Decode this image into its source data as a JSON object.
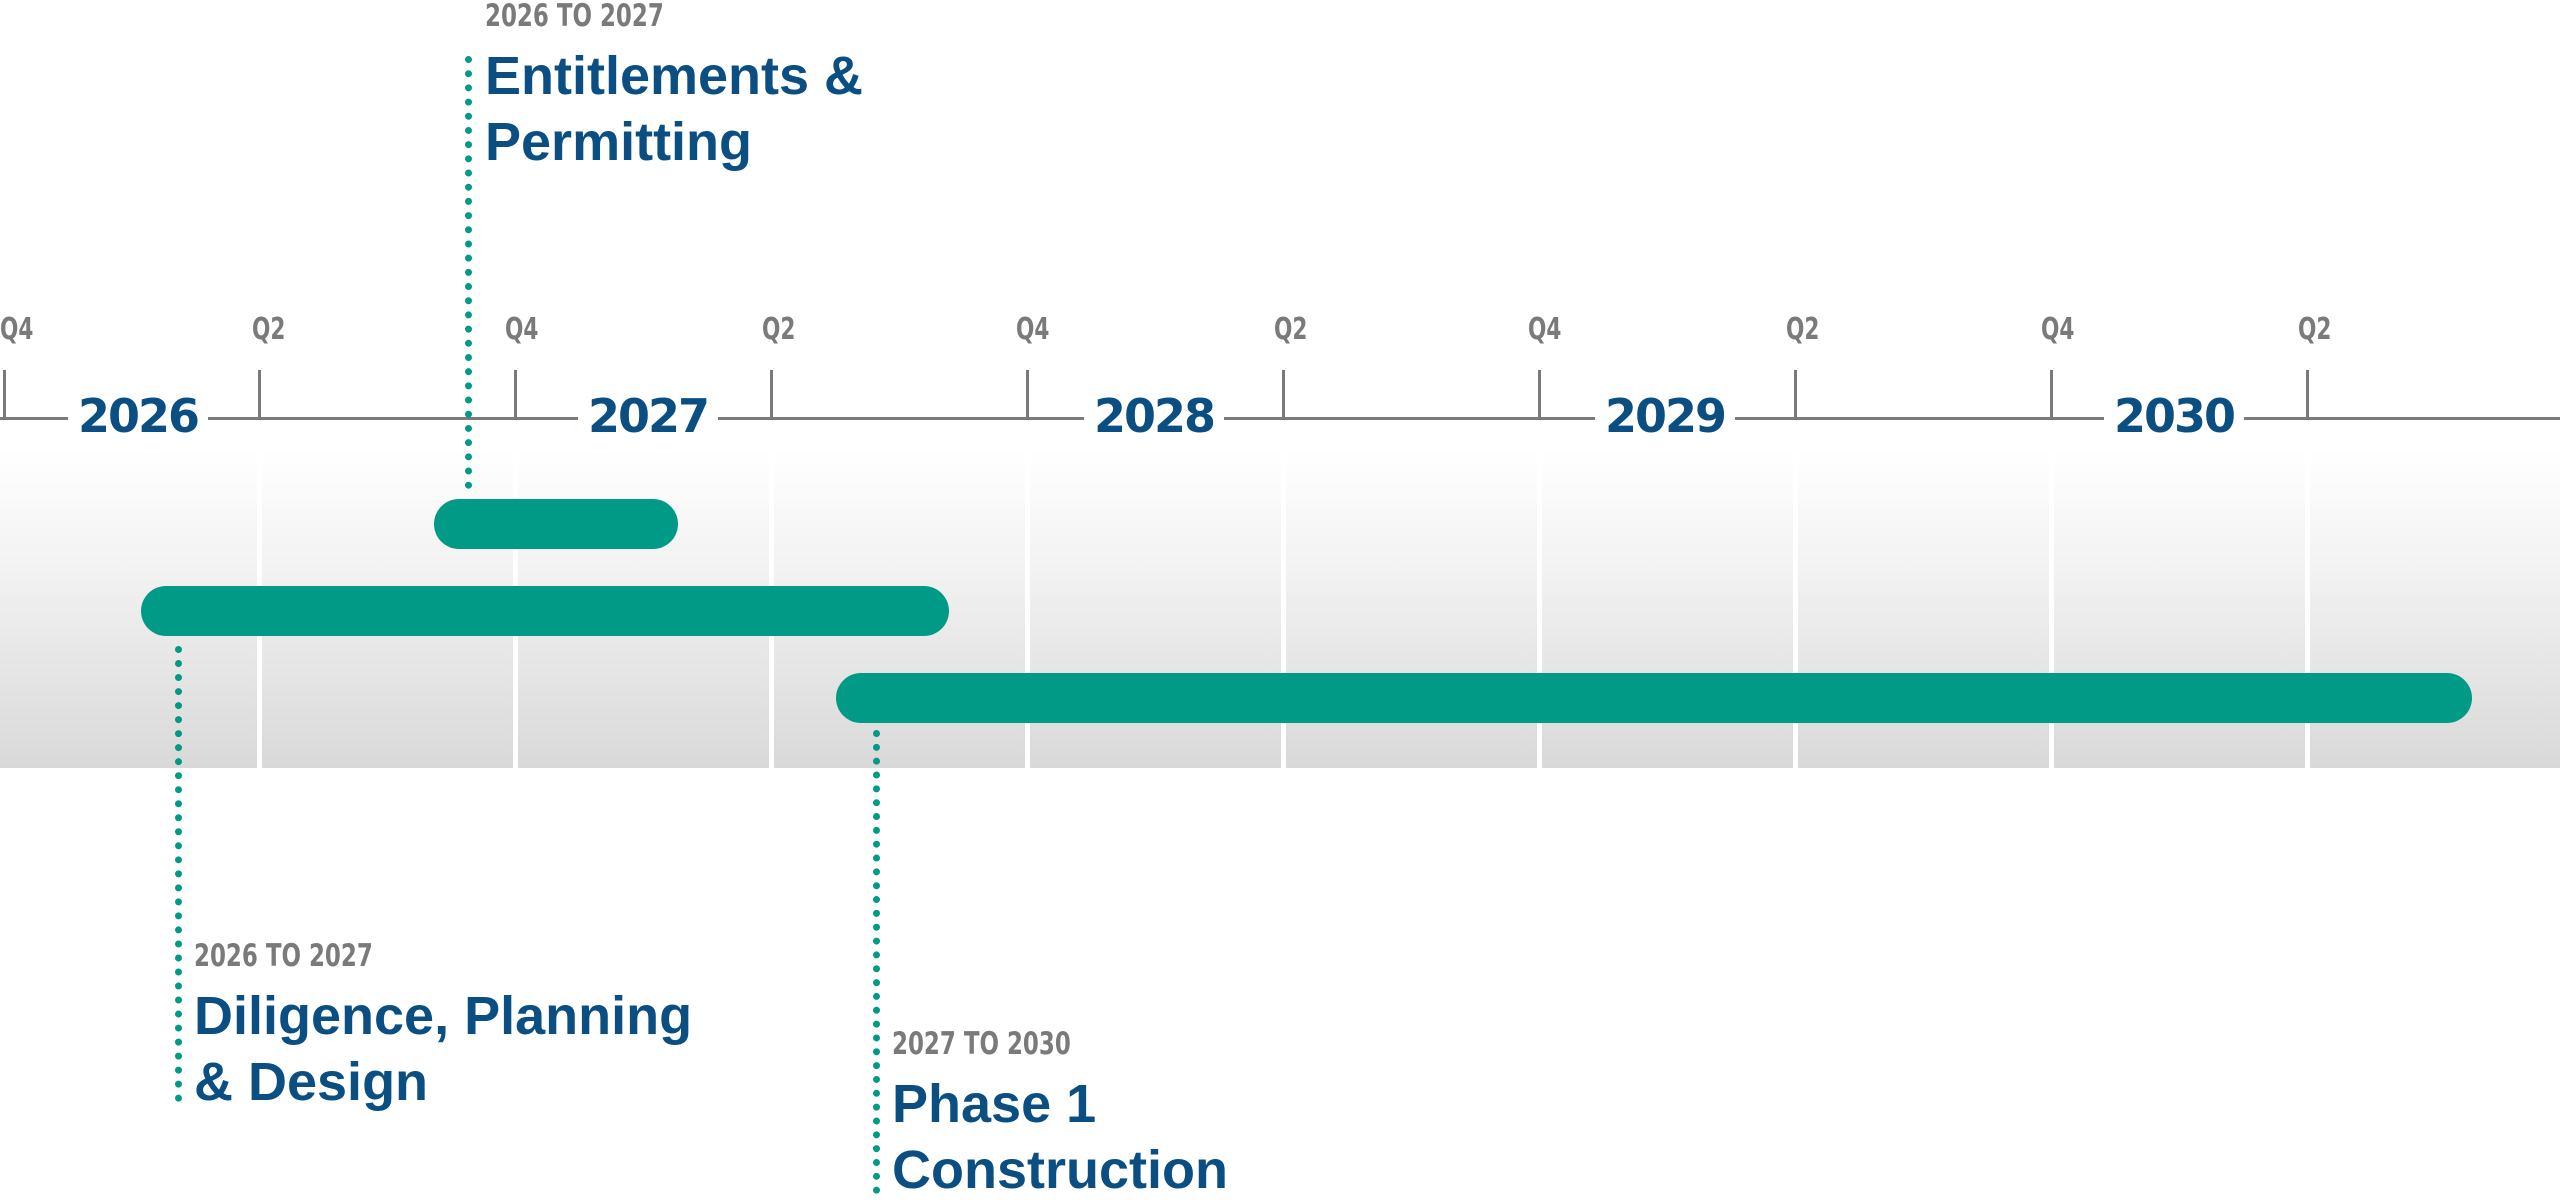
{
  "timeline": {
    "quarter_ticks": [
      "Q4",
      "Q2",
      "Q4",
      "Q2",
      "Q4",
      "Q2",
      "Q4",
      "Q2",
      "Q4",
      "Q2"
    ],
    "years": [
      "2026",
      "2027",
      "2028",
      "2029",
      "2030"
    ],
    "colors": {
      "bar": "#009a86",
      "title": "#0b4f82",
      "axis": "#7a7a7a"
    }
  },
  "phases": [
    {
      "range": "2026 TO 2027",
      "title_line1": "Entitlements &",
      "title_line2": "Permitting"
    },
    {
      "range": "2026 TO 2027",
      "title_line1": "Diligence, Planning",
      "title_line2": "& Design"
    },
    {
      "range": "2027 TO 2030",
      "title_line1": "Phase 1",
      "title_line2": "Construction"
    }
  ]
}
